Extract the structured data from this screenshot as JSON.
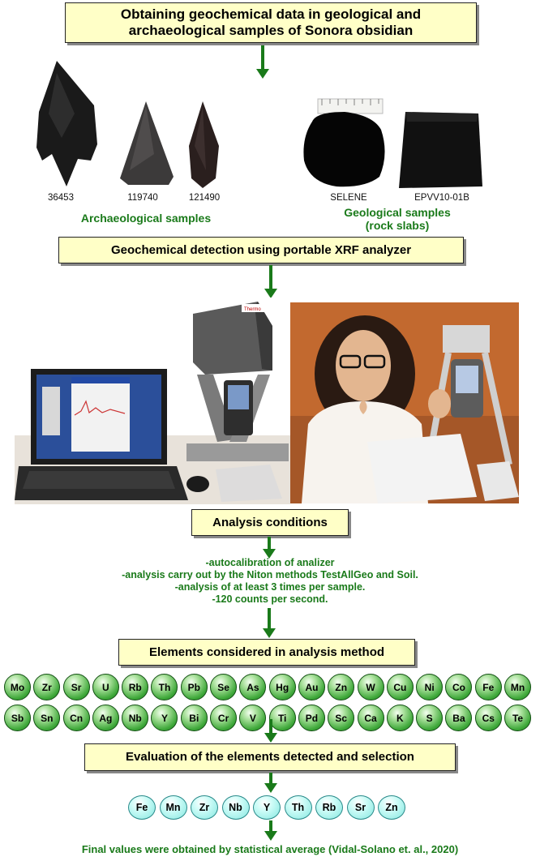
{
  "boxes": {
    "obtaining": "Obtaining geochemical data in geological and archaeological samples of Sonora obsidian",
    "detection": "Geochemical detection using portable XRF analyzer",
    "conditions": "Analysis conditions",
    "elements": "Elements considered in analysis method",
    "evaluation": "Evaluation of the elements detected and selection"
  },
  "samples": {
    "archaeological": [
      "36453",
      "119740",
      "121490"
    ],
    "geological": [
      "SELENE",
      "EPVV10-01B"
    ],
    "archaeological_label": "Archaeological samples",
    "geological_label_1": "Geological samples",
    "geological_label_2": "(rock slabs)"
  },
  "device": {
    "brand": "Thermo"
  },
  "conditions": [
    "-autocalibration of analizer",
    "-analysis carry out by the Niton methods TestAllGeo and Soil.",
    "-analysis of at least 3 times per sample.",
    "-120 counts per second."
  ],
  "elements_row1": [
    "Mo",
    "Zr",
    "Sr",
    "U",
    "Rb",
    "Th",
    "Pb",
    "Se",
    "As",
    "Hg",
    "Au",
    "Zn",
    "W",
    "Cu",
    "Ni",
    "Co",
    "Fe",
    "Mn"
  ],
  "elements_row2": [
    "Sb",
    "Sn",
    "Cn",
    "Ag",
    "Nb",
    "Y",
    "Bi",
    "Cr",
    "V",
    "Ti",
    "Pd",
    "Sc",
    "Ca",
    "K",
    "S",
    "Ba",
    "Cs",
    "Te"
  ],
  "selected": [
    "Fe",
    "Mn",
    "Zr",
    "Nb",
    "Y",
    "Th",
    "Rb",
    "Sr",
    "Zn"
  ],
  "final": "Final values were obtained by statistical average (Vidal-Solano et. al., 2020)",
  "colors": {
    "accent_green": "#1a7a1a",
    "box_fill": "#ffffc7",
    "circle_green": "#3fa83a",
    "circle_cyan": "#84e6df"
  }
}
